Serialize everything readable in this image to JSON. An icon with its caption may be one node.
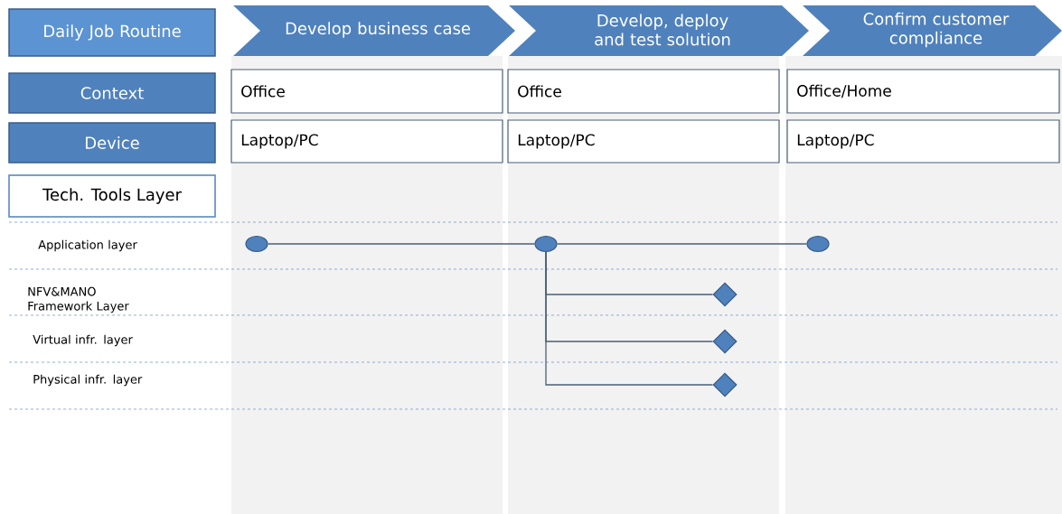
{
  "diagram": {
    "nodes": [
      {
        "text": [
          "Daily Job Routine"
        ]
      },
      {
        "text": [
          "Develop business case"
        ]
      },
      {
        "text": [
          "Develop, deploy and test solution"
        ]
      },
      {
        "text": [
          "Confirm customer compliance"
        ]
      },
      {
        "text": [
          "Context"
        ]
      },
      {
        "text": [
          "Device"
        ]
      },
      {
        "text": [
          "Tech. Tools Layer"
        ]
      },
      {
        "text": [
          "Office"
        ]
      },
      {
        "text": [
          "Office"
        ]
      },
      {
        "text": [
          "Office/Home"
        ]
      },
      {
        "text": [
          "Laptop/PC"
        ]
      },
      {
        "text": [
          "Laptop/PC"
        ]
      },
      {
        "text": [
          "Laptop/PC"
        ]
      },
      {
        "text": [],
        "shape": "circle"
      },
      {
        "text": [],
        "shape": "circle"
      },
      {
        "text": [],
        "shape": "circle"
      },
      {
        "text": [],
        "shape": "diamond"
      },
      {
        "text": [],
        "shape": "diamond"
      },
      {
        "text": [],
        "shape": "diamond"
      }
    ],
    "edges": [
      {
        "from": 13,
        "to": 14,
        "arrow": "none"
      },
      {
        "from": 14,
        "to": 15,
        "arrow": "none"
      },
      {
        "from": 14,
        "to": 16,
        "arrow": "none"
      },
      {
        "from": 14,
        "to": 17,
        "arrow": "none"
      },
      {
        "from": 14,
        "to": 18,
        "arrow": "none"
      }
    ],
    "labels": [
      "Application layer",
      "NFV&MANO Framework Layer",
      "Virtual infr. layer",
      "Physical infr. layer"
    ]
  }
}
